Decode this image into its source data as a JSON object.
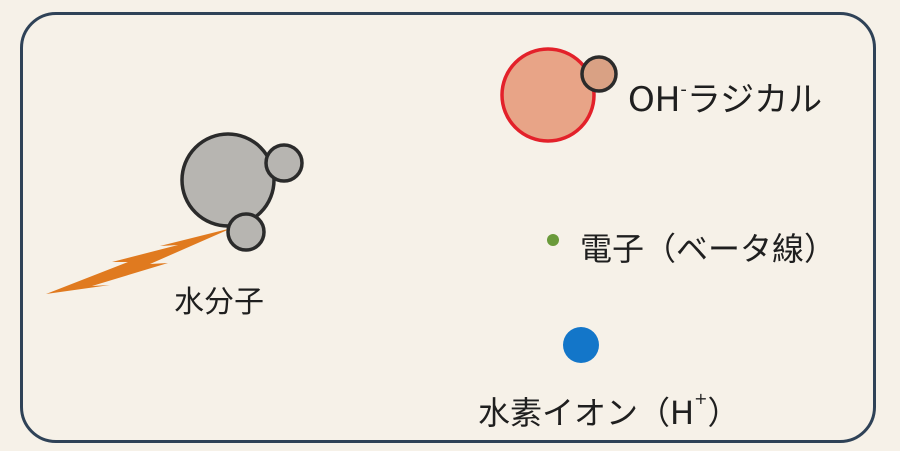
{
  "labels": {
    "water_molecule": "水分子",
    "oh_radical_prefix": "OH",
    "oh_radical_sup": "-",
    "oh_radical_suffix": "ラジカル",
    "electron": "電子（ベータ線）",
    "hydrogen_ion_prefix": "水素イオン（H",
    "hydrogen_ion_sup": "+",
    "hydrogen_ion_suffix": "）"
  },
  "colors": {
    "frame_border": "#2f4257",
    "background": "#f6f1e8",
    "water_oxygen_fill": "#b7b5b1",
    "water_hydrogen_fill": "#b7b5b1",
    "atom_outline": "#2b2b2b",
    "oh_oxygen_fill": "#e8a487",
    "oh_outline": "#e3212a",
    "oh_hydrogen_fill": "#d9a184",
    "electron_fill": "#6a9a3a",
    "hydrogen_ion_fill": "#1376c9",
    "lightning_fill": "#e07a1f"
  }
}
